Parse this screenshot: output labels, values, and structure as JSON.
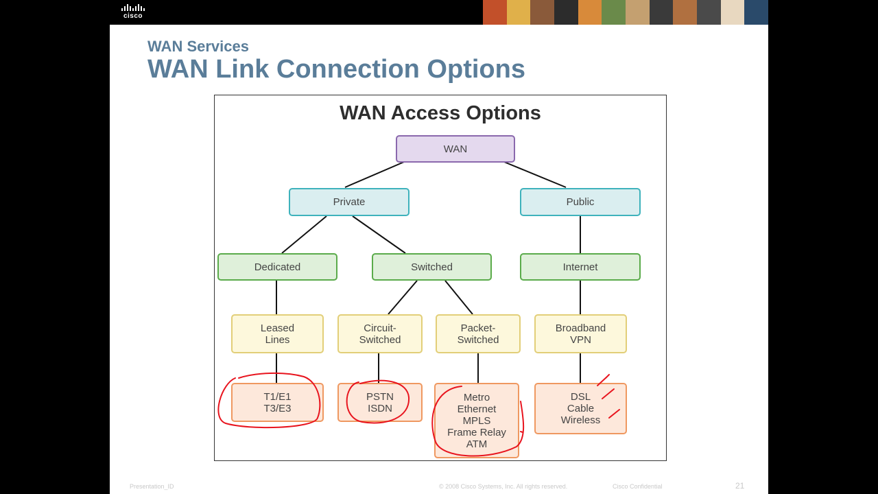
{
  "header": {
    "logo_text": "cisco",
    "photo_colors": [
      "#c2502a",
      "#e0b04a",
      "#8a5a3a",
      "#2c2c2c",
      "#d88a3a",
      "#6a8a4a",
      "#c4a070",
      "#3a3a3a",
      "#b07040",
      "#4a4a4a",
      "#e8d8c0",
      "#2a4a6a"
    ]
  },
  "slide": {
    "subtitle": "WAN Services",
    "title": "WAN Link Connection Options"
  },
  "diagram": {
    "title": "WAN Access Options",
    "nodes": {
      "wan": "WAN",
      "private": "Private",
      "public": "Public",
      "dedicated": "Dedicated",
      "switched": "Switched",
      "internet": "Internet",
      "leased_lines": "Leased\nLines",
      "circuit_switched": "Circuit-\nSwitched",
      "packet_switched": "Packet-\nSwitched",
      "broadband_vpn": "Broadband\nVPN",
      "t1_e1": "T1/E1\nT3/E3",
      "pstn_isdn": "PSTN\nISDN",
      "metro": "Metro\nEthernet\nMPLS\nFrame Relay\nATM",
      "dsl": "DSL\nCable\nWireless"
    },
    "annotation_color": "#e8141e"
  },
  "footer": {
    "left": "Presentation_ID",
    "center": "© 2008 Cisco Systems, Inc. All rights reserved.",
    "right": "Cisco Confidential",
    "page": "21"
  }
}
